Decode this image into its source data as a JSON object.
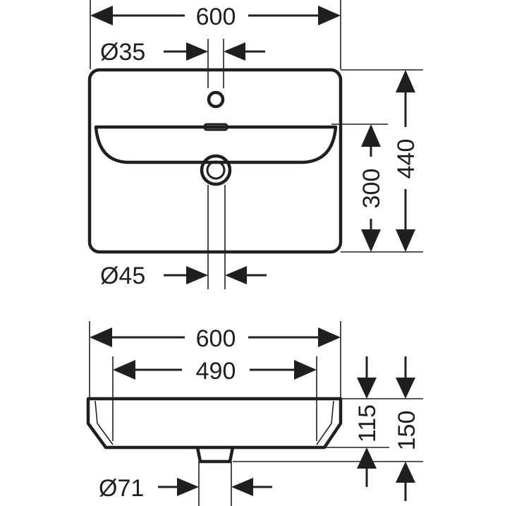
{
  "colors": {
    "ink": "#1f1f1f",
    "background": "#ffffff"
  },
  "top_view": {
    "width_label": "600",
    "tap_hole_label": "Ø35",
    "waste_label": "Ø45",
    "bowl_depth_label": "300",
    "overall_depth_label": "440"
  },
  "side_view": {
    "width_label": "600",
    "bowl_width_label": "490",
    "bowl_height_label": "115",
    "overall_height_label": "150",
    "outlet_label": "Ø71"
  }
}
